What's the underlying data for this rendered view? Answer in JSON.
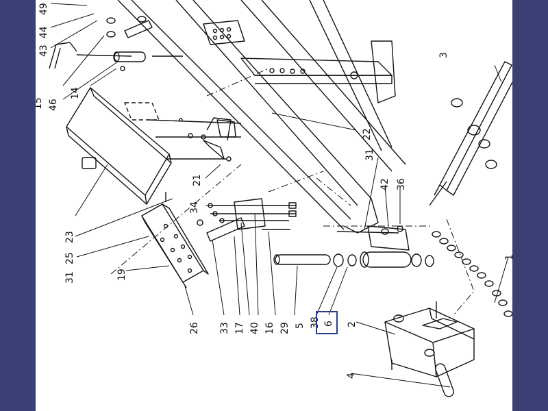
{
  "labels": {
    "l49": "49",
    "l44": "44",
    "l43": "43",
    "l15": "15",
    "l46": "46",
    "l14": "14",
    "l3": "3",
    "l22": "22",
    "l31a": "31",
    "l42": "42",
    "l36": "36",
    "l21": "21",
    "l23": "23",
    "l34": "34",
    "l25": "25",
    "l31b": "31",
    "l19": "19",
    "l26": "26",
    "l33": "33",
    "l17": "17",
    "l40": "40",
    "l16": "16",
    "l29": "29",
    "l5": "5",
    "l38": "38",
    "l6": "6",
    "l2": "2",
    "l4": "4",
    "l1": "1"
  },
  "highlight": {
    "label": "6",
    "color": "#2a3d8a"
  },
  "colors": {
    "frame": "#3a3f74",
    "sheet": "#ffffff",
    "ink": "#111111"
  }
}
